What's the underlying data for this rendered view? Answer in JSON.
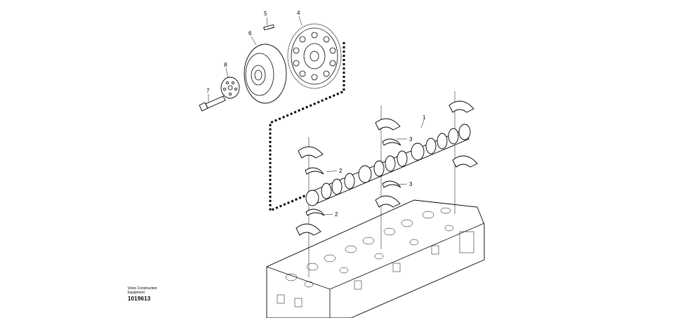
{
  "callouts": {
    "c1": "1",
    "c2a": "2",
    "c2b": "2",
    "c3a": "3",
    "c3b": "3",
    "c4": "4",
    "c5": "5",
    "c6": "6",
    "c7": "7",
    "c8": "8"
  },
  "stamp": {
    "line1": "Volvo Construction",
    "line2": "Equipment",
    "id": "1019613"
  }
}
